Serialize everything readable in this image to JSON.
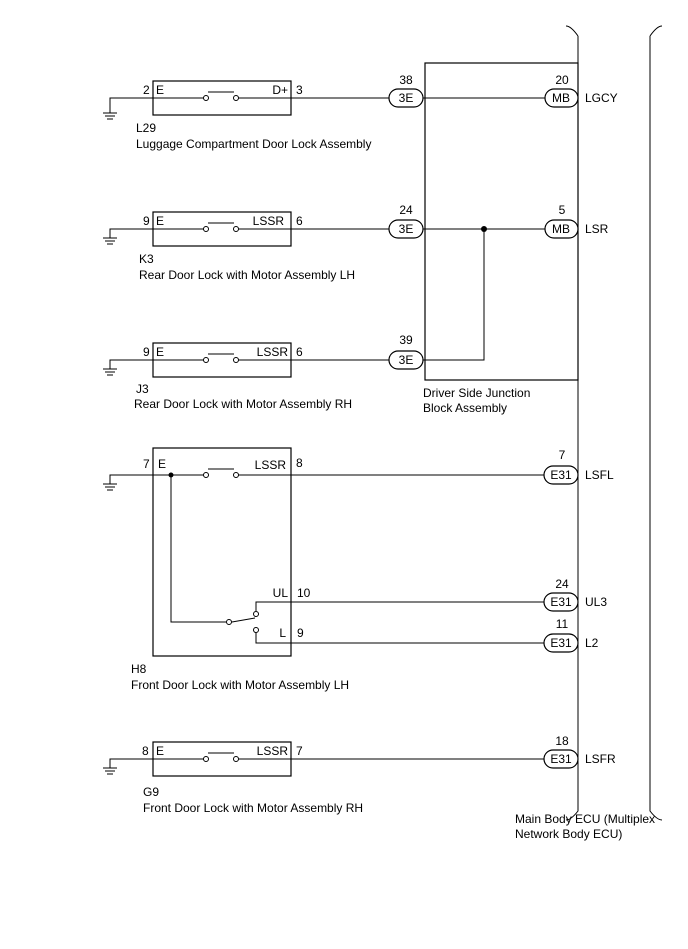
{
  "components": {
    "l29": {
      "code": "L29",
      "name": "Luggage Compartment Door Lock Assembly",
      "pin_left_no": "2",
      "pin_left_name": "E",
      "pin_right_no": "3",
      "pin_right_name": "D+"
    },
    "k3": {
      "code": "K3",
      "name": "Rear Door Lock with Motor Assembly LH",
      "pin_left_no": "9",
      "pin_left_name": "E",
      "pin_right_no": "6",
      "pin_right_name": "LSSR"
    },
    "j3": {
      "code": "J3",
      "name": "Rear Door Lock with Motor Assembly RH",
      "pin_left_no": "9",
      "pin_left_name": "E",
      "pin_right_no": "6",
      "pin_right_name": "LSSR"
    },
    "h8": {
      "code": "H8",
      "name": "Front Door Lock with Motor Assembly LH",
      "pin_left_no": "7",
      "pin_left_name": "E",
      "pin_lssr_no": "8",
      "pin_lssr_name": "LSSR",
      "pin_ul_no": "10",
      "pin_ul_name": "UL",
      "pin_l_no": "9",
      "pin_l_name": "L"
    },
    "g9": {
      "code": "G9",
      "name": "Front Door Lock with Motor Assembly RH",
      "pin_left_no": "8",
      "pin_left_name": "E",
      "pin_right_no": "7",
      "pin_right_name": "LSSR"
    }
  },
  "junction_block": {
    "name_line1": "Driver Side Junction",
    "name_line2": "Block Assembly",
    "connectors": [
      {
        "pin": "38",
        "connector": "3E"
      },
      {
        "pin": "24",
        "connector": "3E"
      },
      {
        "pin": "39",
        "connector": "3E"
      }
    ]
  },
  "ecu": {
    "name_line1": "Main Body ECU (Multiplex",
    "name_line2": "Network Body ECU)",
    "terminals": [
      {
        "pin": "20",
        "connector": "MB",
        "signal": "LGCY"
      },
      {
        "pin": "5",
        "connector": "MB",
        "signal": "LSR"
      },
      {
        "pin": "7",
        "connector": "E31",
        "signal": "LSFL"
      },
      {
        "pin": "24",
        "connector": "E31",
        "signal": "UL3"
      },
      {
        "pin": "11",
        "connector": "E31",
        "signal": "L2"
      },
      {
        "pin": "18",
        "connector": "E31",
        "signal": "LSFR"
      }
    ]
  }
}
